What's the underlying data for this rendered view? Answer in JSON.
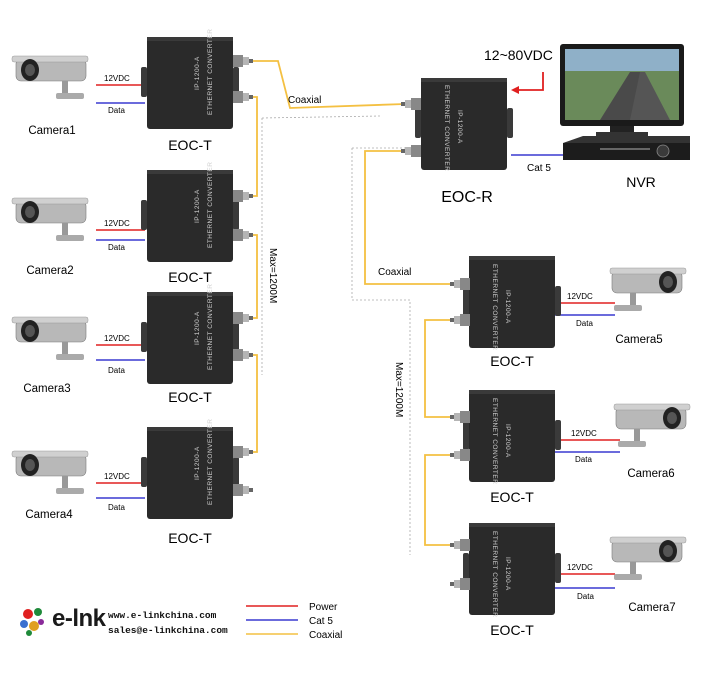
{
  "colors": {
    "power": "#e02020",
    "cat5": "#3a3ad0",
    "coaxial": "#f4c042",
    "device": "#2a2a2a"
  },
  "devices": {
    "eoc_t_label": "EOC-T",
    "eoc_r_label": "EOC-R",
    "model": "IP-1200-A",
    "subtitle": "ETHERNET CONVERTER"
  },
  "cameras": [
    "Camera1",
    "Camera2",
    "Camera3",
    "Camera4",
    "Camera5",
    "Camera6",
    "Camera7"
  ],
  "wire_labels": {
    "power": "12VDC",
    "data": "Data",
    "coaxial": "Coaxial",
    "cat5": "Cat 5",
    "max": "Max=1200M"
  },
  "nvr": {
    "label": "NVR",
    "power": "12~80VDC"
  },
  "legend": {
    "power": "Power",
    "cat5": "Cat 5",
    "coaxial": "Coaxial"
  },
  "company": {
    "logo": "e-lnk",
    "website": "www.e-linkchina.com",
    "email": "sales@e-linkchina.com"
  }
}
